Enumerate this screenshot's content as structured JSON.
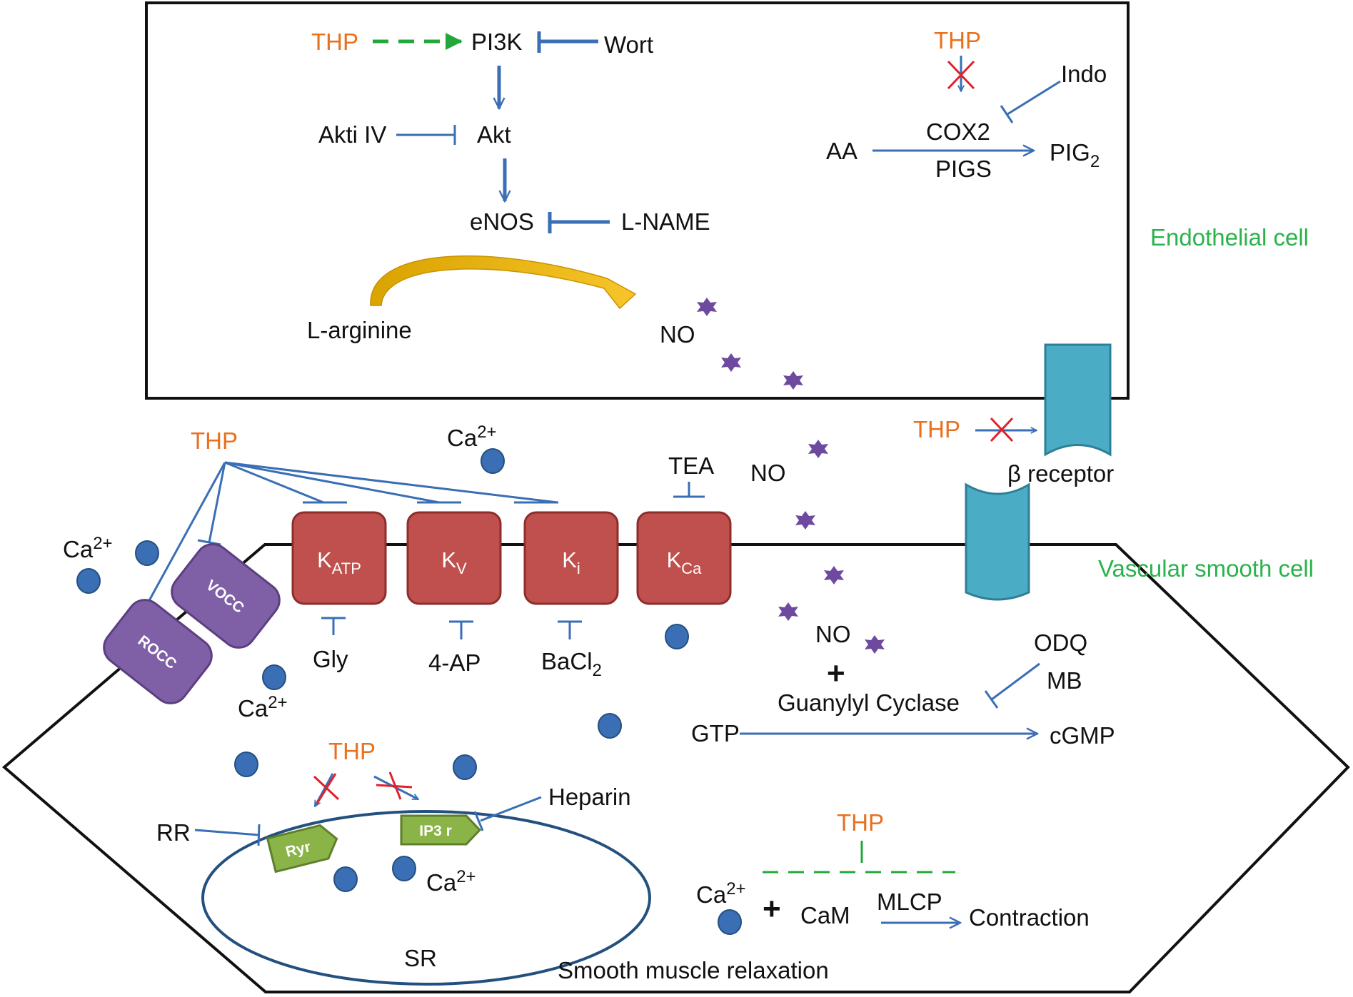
{
  "colors": {
    "drug": "#E8711E",
    "cell_label": "#2BB24C",
    "pathway": "#3A6EB5",
    "channel": "#C0504D",
    "operated_channel": "#7F5FA6",
    "receptor": "#4BACC6",
    "sr_receptor": "#8BB448",
    "calcium": "#3A6EB5",
    "nitric_oxide": "#6D4AA0",
    "no_effect_mark": "#E0202A",
    "activation_dashed": "#22A83A",
    "arginine_arrow": "#F2B705"
  },
  "endothelial": {
    "cell_label": "Endothelial cell",
    "thp_pi3k": "THP",
    "pi3k": "PI3K",
    "wort": "Wort",
    "akt": "Akt",
    "akti": "Akti IV",
    "enos": "eNOS",
    "lname": "L-NAME",
    "larginine": "L-arginine",
    "no": "NO",
    "thp_cox": "THP",
    "indo": "Indo",
    "cox2": "COX2",
    "pigs": "PIGS",
    "aa": "AA",
    "pig2_base": "PIG",
    "pig2_sub": "2"
  },
  "membrane": {
    "cell_label": "Vascular smooth cell",
    "thp_channels": "THP",
    "ca_label": "Ca",
    "ca_charge": "2+",
    "vocc": "VOCC",
    "rocc": "ROCC",
    "channels": [
      {
        "base": "K",
        "sub": "ATP",
        "blocker": "Gly"
      },
      {
        "base": "K",
        "sub": "V",
        "blocker": "4-AP"
      },
      {
        "base": "K",
        "sub": "i",
        "blocker": "BaCl",
        "blocker_sub": "2"
      },
      {
        "base": "K",
        "sub": "Ca",
        "blocker": "TEA"
      }
    ],
    "thp_receptor": "THP",
    "beta_receptor": "β receptor",
    "no": "NO"
  },
  "smooth_muscle": {
    "no": "NO",
    "plus": "+",
    "guanylyl": "Guanylyl Cyclase",
    "odq": "ODQ",
    "mb": "MB",
    "gtp": "GTP",
    "cgmp": "cGMP",
    "thp_sr": "THP",
    "heparin": "Heparin",
    "rr": "RR",
    "ryr": "Ryr",
    "ip3r": "IP3 r",
    "sr": "SR",
    "thp_calm": "THP",
    "cam": "CaM",
    "mlcp": "MLCP",
    "contraction": "Contraction",
    "relaxation": "Smooth muscle relaxation"
  }
}
